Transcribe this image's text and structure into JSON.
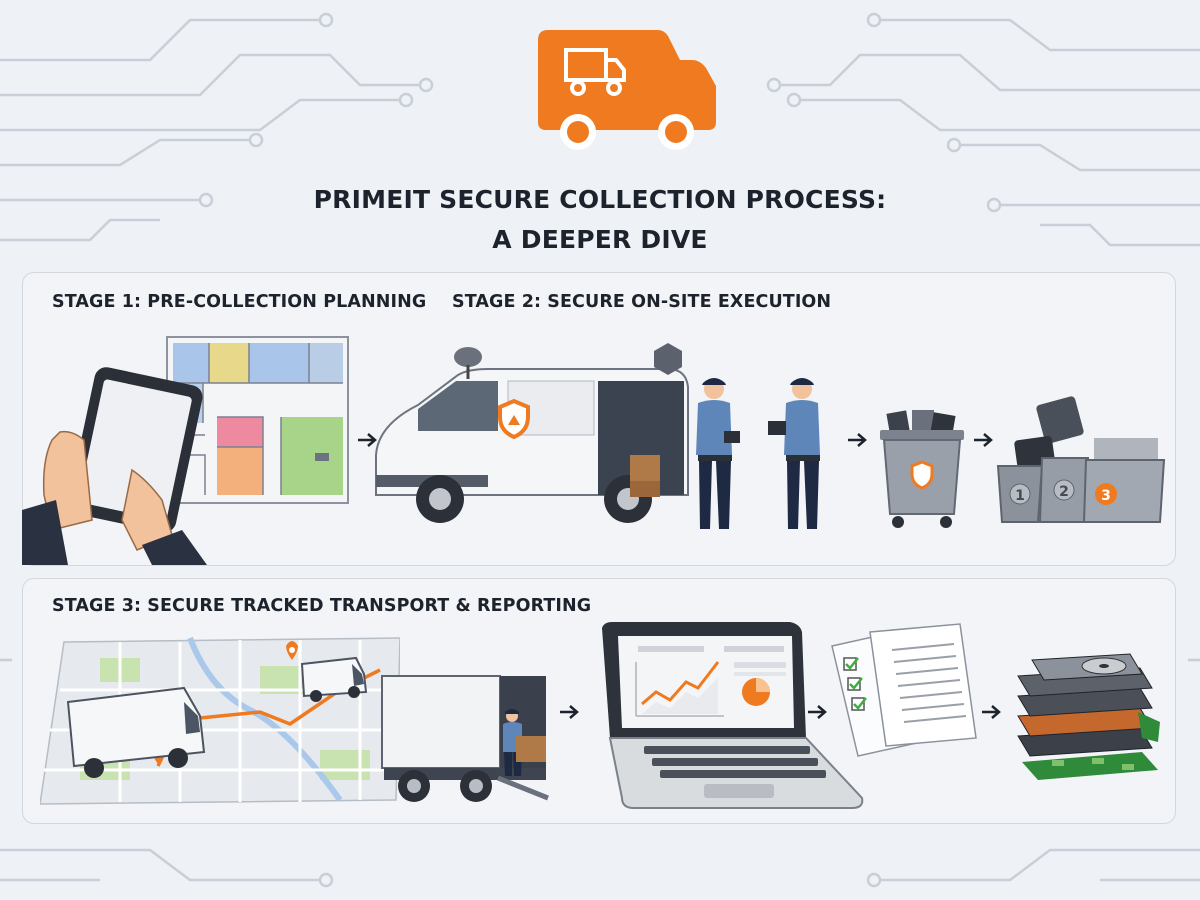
{
  "title": {
    "line1": "PRIMEIT SECURE COLLECTION PROCESS:",
    "line2": "A DEEPER DIVE"
  },
  "stages": [
    {
      "label": "STAGE 1: PRE-COLLECTION PLANNING"
    },
    {
      "label": "STAGE 2: SECURE ON-SITE EXECUTION"
    },
    {
      "label": "STAGE 3: SECURE TRACKED TRANSPORT & REPORTING"
    }
  ],
  "bins": [
    "1",
    "2",
    "3"
  ],
  "icons": {
    "logo": "truck-icon",
    "tablet": "tablet-icon",
    "floorplan": "floor-plan-icon",
    "van": "van-icon",
    "technician": "technician-icon",
    "bin": "secure-bin-icon",
    "sorting": "sorting-crates-icon",
    "map": "gps-map-icon",
    "box_truck": "box-truck-icon",
    "laptop": "laptop-report-icon",
    "documents": "documents-icon",
    "drives": "shredded-drives-icon"
  },
  "colors": {
    "accent": "#f07a1f",
    "text": "#1d232d",
    "uniform": "#5f86b8",
    "trouser": "#1e2a44"
  }
}
